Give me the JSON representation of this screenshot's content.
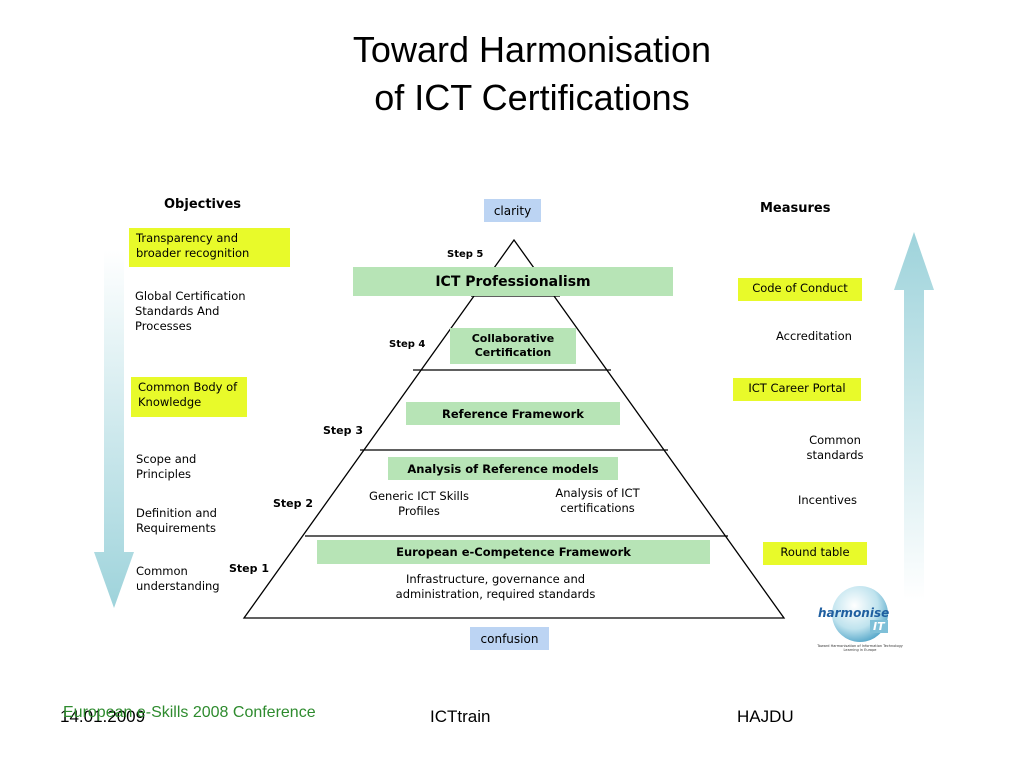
{
  "title": {
    "line1": "Toward Harmonisation",
    "line2": "of ICT Certifications"
  },
  "objectives": {
    "header": "Objectives",
    "highlight1": "Transparency and broader recognition",
    "item1": "Global Certification Standards And Processes",
    "highlight2": "Common Body of Knowledge",
    "item2": "Scope and Principles",
    "item3": "Definition and Requirements",
    "item4": "Common understanding"
  },
  "measures": {
    "header": "Measures",
    "highlight1": "Code of Conduct",
    "item1": "Accreditation",
    "highlight2": "ICT Career Portal",
    "item2": "Common standards",
    "item3": "Incentives",
    "highlight3": "Round table"
  },
  "pyramid": {
    "top_label": "clarity",
    "bottom_label": "confusion",
    "steps": [
      "Step 5",
      "Step 4",
      "Step 3",
      "Step 2",
      "Step 1"
    ],
    "level5": "ICT Professionalism",
    "level4": "Collaborative Certification",
    "level3": "Reference Framework",
    "level2": "Analysis of Reference models",
    "level2_left": "Generic ICT Skills Profiles",
    "level2_right": "Analysis of ICT certifications",
    "level1": "European e-Competence Framework",
    "level1_text": "Infrastructure, governance and administration, required standards"
  },
  "logo": {
    "name": "harmonise",
    "mark": "IT",
    "tagline": "Toward Harmonisation of Information Technology Learning in Europe"
  },
  "footer": {
    "conference": "European e-Skills 2008 Conference",
    "date": "14.01.2009",
    "center": "ICTtrain",
    "right": "HAJDU"
  },
  "colors": {
    "highlight_yellow": "#e8fa2a",
    "level_green": "#b7e4b6",
    "state_blue": "#bcd4f3",
    "arrow_teal": "#a8d8e0",
    "footer_green": "#2e8b2e"
  }
}
